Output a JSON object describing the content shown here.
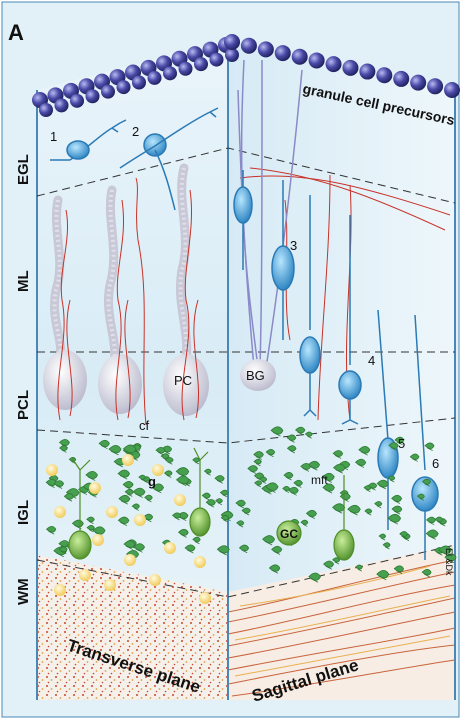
{
  "figure": {
    "panel_letter": "A",
    "colors": {
      "background": "#e2f1f8",
      "frame": "#4b87b4",
      "precursor": "#3c3c8c",
      "purkinje": "#d2d2df",
      "climbing_fiber": "#c83228",
      "migrating_cell": "#3c9bd2",
      "granule_cell": "#6eaa3c",
      "golgi_mossy": "#46a050",
      "white_matter_dots": "#c84632"
    }
  },
  "layers": {
    "egl": "EGL",
    "ml": "ML",
    "pcl": "PCL",
    "igl": "IGL",
    "wm": "WM"
  },
  "labels": {
    "precursors": "granule cell precursors",
    "pc": "PC",
    "cf": "cf",
    "g": "g",
    "bg": "BG",
    "mft": "mft",
    "gc": "GC",
    "corner": "El &Dk",
    "n1": "1",
    "n2": "2",
    "n3": "3",
    "n4": "4",
    "n5": "5",
    "n6": "6"
  },
  "planes": {
    "transverse": "Transverse plane",
    "sagittal": "Sagittal plane"
  },
  "icons": [
    "granule-cell-precursor-icon",
    "purkinje-cell-icon",
    "bergmann-glia-icon",
    "migrating-granule-cell-icon",
    "golgi-cell-icon",
    "mossy-fiber-terminal-icon"
  ]
}
